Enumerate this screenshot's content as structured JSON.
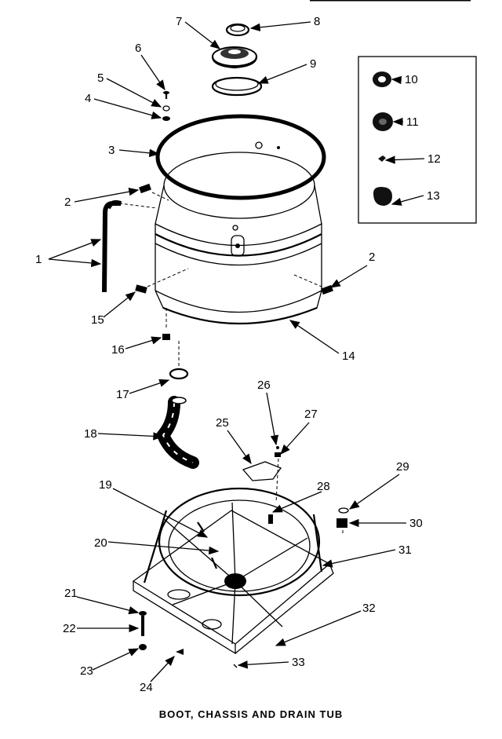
{
  "title": "BOOT, CHASSIS AND DRAIN TUB",
  "callouts": [
    "1",
    "2",
    "3",
    "4",
    "5",
    "6",
    "7",
    "8",
    "9",
    "10",
    "11",
    "12",
    "13",
    "14",
    "15",
    "16",
    "17",
    "18",
    "19",
    "20",
    "21",
    "22",
    "23",
    "24",
    "25",
    "26",
    "27",
    "28",
    "29",
    "30",
    "31",
    "32",
    "33"
  ]
}
